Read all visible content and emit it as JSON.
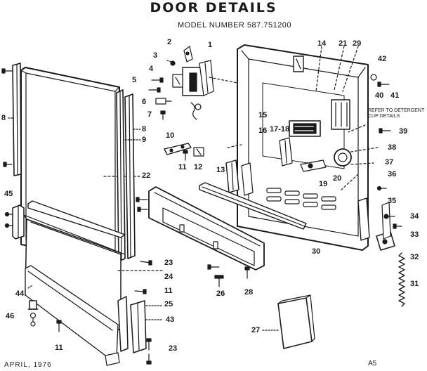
{
  "header": {
    "title": "DOOR DETAILS",
    "model": "MODEL NUMBER 587.751200"
  },
  "footer": {
    "date": "APRIL, 1976",
    "page": "A5"
  },
  "note": {
    "line1": "REFER TO DETERGENT",
    "line2": "CUP DETAILS"
  },
  "callouts": {
    "p1": "1",
    "p2": "2",
    "p3": "3",
    "p4": "4",
    "p5": "5",
    "p6": "6",
    "p7": "7",
    "p8a": "8",
    "p8b": "8",
    "p9": "9",
    "p10": "10",
    "p11a": "11",
    "p11b": "11",
    "p11c": "11",
    "p12": "12",
    "p13": "13",
    "p14": "14",
    "p15": "15",
    "p16": "16",
    "p17_18": "17-18",
    "p19": "19",
    "p20": "20",
    "p21": "21",
    "p22": "22",
    "p23a": "23",
    "p23b": "23",
    "p24": "24",
    "p25": "25",
    "p26": "26",
    "p27": "27",
    "p28": "28",
    "p29": "29",
    "p30": "30",
    "p31": "31",
    "p32": "32",
    "p33": "33",
    "p34": "34",
    "p35": "35",
    "p36": "36",
    "p37": "37",
    "p38": "38",
    "p39": "39",
    "p40": "40",
    "p41": "41",
    "p42": "42",
    "p43": "43",
    "p44": "44",
    "p45": "45",
    "p46": "46"
  }
}
